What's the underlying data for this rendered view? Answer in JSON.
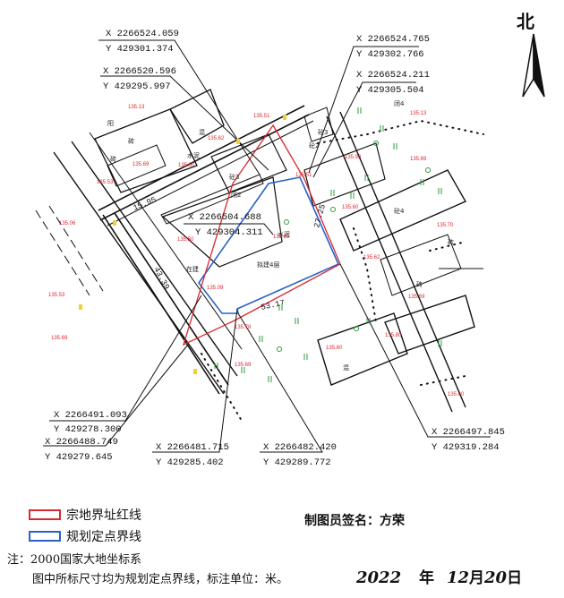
{
  "north": "北",
  "coords": [
    {
      "x": "X 2266524.059",
      "y": "Y 429301.374"
    },
    {
      "x": "X 2266524.765",
      "y": "Y 429302.766"
    },
    {
      "x": "X 2266520.596",
      "y": "Y 429295.997"
    },
    {
      "x": "X 2266524.211",
      "y": "Y 429305.504"
    },
    {
      "x": "X 2266504.688",
      "y": "Y 429304.311"
    },
    {
      "x": "X 2266491.093",
      "y": "Y 429278.300"
    },
    {
      "x": "X 2266497.845",
      "y": "Y 429319.284"
    },
    {
      "x": "X 2266488.749",
      "y": "Y 429279.645"
    },
    {
      "x": "X 2266481.715",
      "y": "Y 429285.402"
    },
    {
      "x": "X 2266482.420",
      "y": "Y 429289.772"
    }
  ],
  "dimensions": [
    "15.95",
    "53.17",
    "27.25",
    "43.39"
  ],
  "map_labels": [
    "混",
    "砖",
    "水泥",
    "砼3",
    "砼4",
    "在建",
    "拟建4层",
    "砼3",
    "砼2",
    "闭2",
    "闭4",
    "砖",
    "砖",
    "阳",
    "混",
    "水泥",
    "砖"
  ],
  "elevations": [
    "135.13",
    "135.69",
    "135.60",
    "135.62",
    "135.51",
    "135.53",
    "135.06",
    "135.50",
    "135.63",
    "135.53",
    "135.09",
    "135.69",
    "135.78",
    "135.69",
    "135.51",
    "135.93",
    "135.60",
    "135.13",
    "135.69",
    "135.70",
    "135.62",
    "135.69",
    "135.80",
    "135.60",
    "135.60"
  ],
  "legend": {
    "red_line": "宗地界址红线",
    "blue_line": "规划定点界线",
    "red_color": "#d9282f",
    "blue_color": "#2a62c8"
  },
  "signer": "制图员签名：方荣",
  "notes": {
    "line1": "注：2000国家大地坐标系",
    "line2": "图中所标尺寸均为规划定点界线，标注单位：米。"
  },
  "date": {
    "year": "2022",
    "year_suffix": "年",
    "month": "12",
    "month_suffix": "月",
    "day": "20",
    "day_suffix": "日"
  }
}
